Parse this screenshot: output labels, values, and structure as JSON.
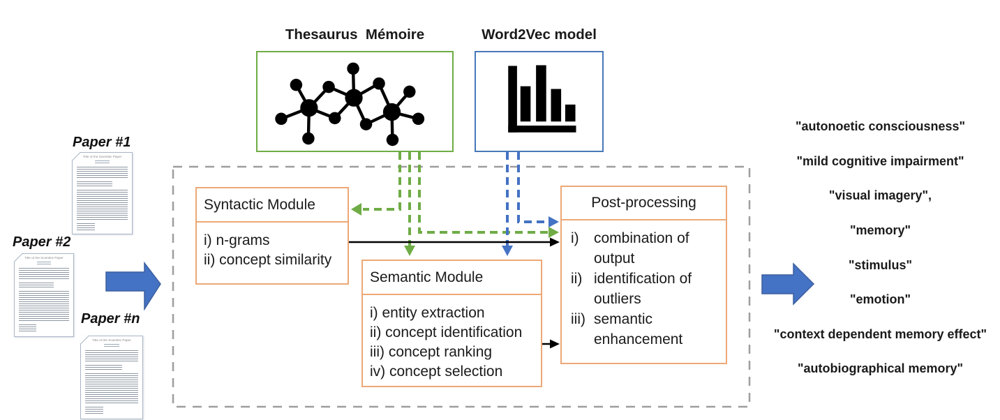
{
  "sources": {
    "thesaurus": {
      "label": "Thesaurus  Mémoire",
      "icon": "network-graph-icon"
    },
    "word2vec": {
      "label": "Word2Vec model",
      "icon": "bar-chart-icon"
    }
  },
  "papers": [
    {
      "label": "Paper #1",
      "doc_title": "Title of the Scientific Paper"
    },
    {
      "label": "Paper #2",
      "doc_title": "Title of the Scientific Paper"
    },
    {
      "label": "Paper #n",
      "doc_title": "Title of the Scientific Paper"
    }
  ],
  "pipeline": {
    "syntactic": {
      "title": "Syntactic Module",
      "items": [
        "i) n-grams",
        "ii) concept similarity"
      ]
    },
    "semantic": {
      "title": "Semantic Module",
      "items": [
        "i) entity extraction",
        "ii) concept identification",
        "iii) concept ranking",
        "iv) concept selection"
      ]
    },
    "post": {
      "title": "Post-processing",
      "items": [
        {
          "num": "i)",
          "text": "combination of output"
        },
        {
          "num": "ii)",
          "text": "identification of outliers"
        },
        {
          "num": "iii)",
          "text": "semantic enhancement"
        }
      ]
    }
  },
  "outputs": [
    "\"autonoetic consciousness\"",
    "\"mild cognitive impairment\"",
    "\"visual imagery\",",
    "\"memory\"",
    "\"stimulus\"",
    "\"emotion\"",
    "\"context dependent memory effect\"",
    "\"autobiographical memory\""
  ],
  "colors": {
    "green": "#6FAC46",
    "blue": "#4472C4",
    "blue_box_border": "#4878B8",
    "orange": "#ECA877",
    "dash_gray": "#9E9E9E",
    "arrow_edge": "#3C5F9E"
  }
}
